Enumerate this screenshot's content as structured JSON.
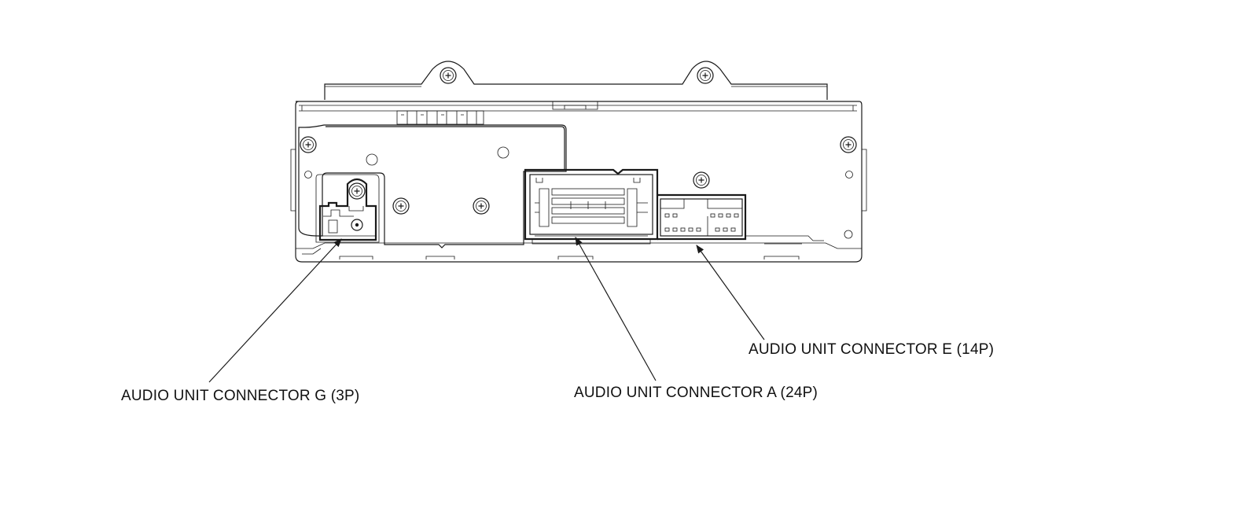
{
  "callouts": {
    "connector_g": "AUDIO UNIT CONNECTOR G (3P)",
    "connector_a": "AUDIO UNIT CONNECTOR A (24P)",
    "connector_e": "AUDIO UNIT CONNECTOR E (14P)"
  },
  "line_color": "#1a1a1a"
}
